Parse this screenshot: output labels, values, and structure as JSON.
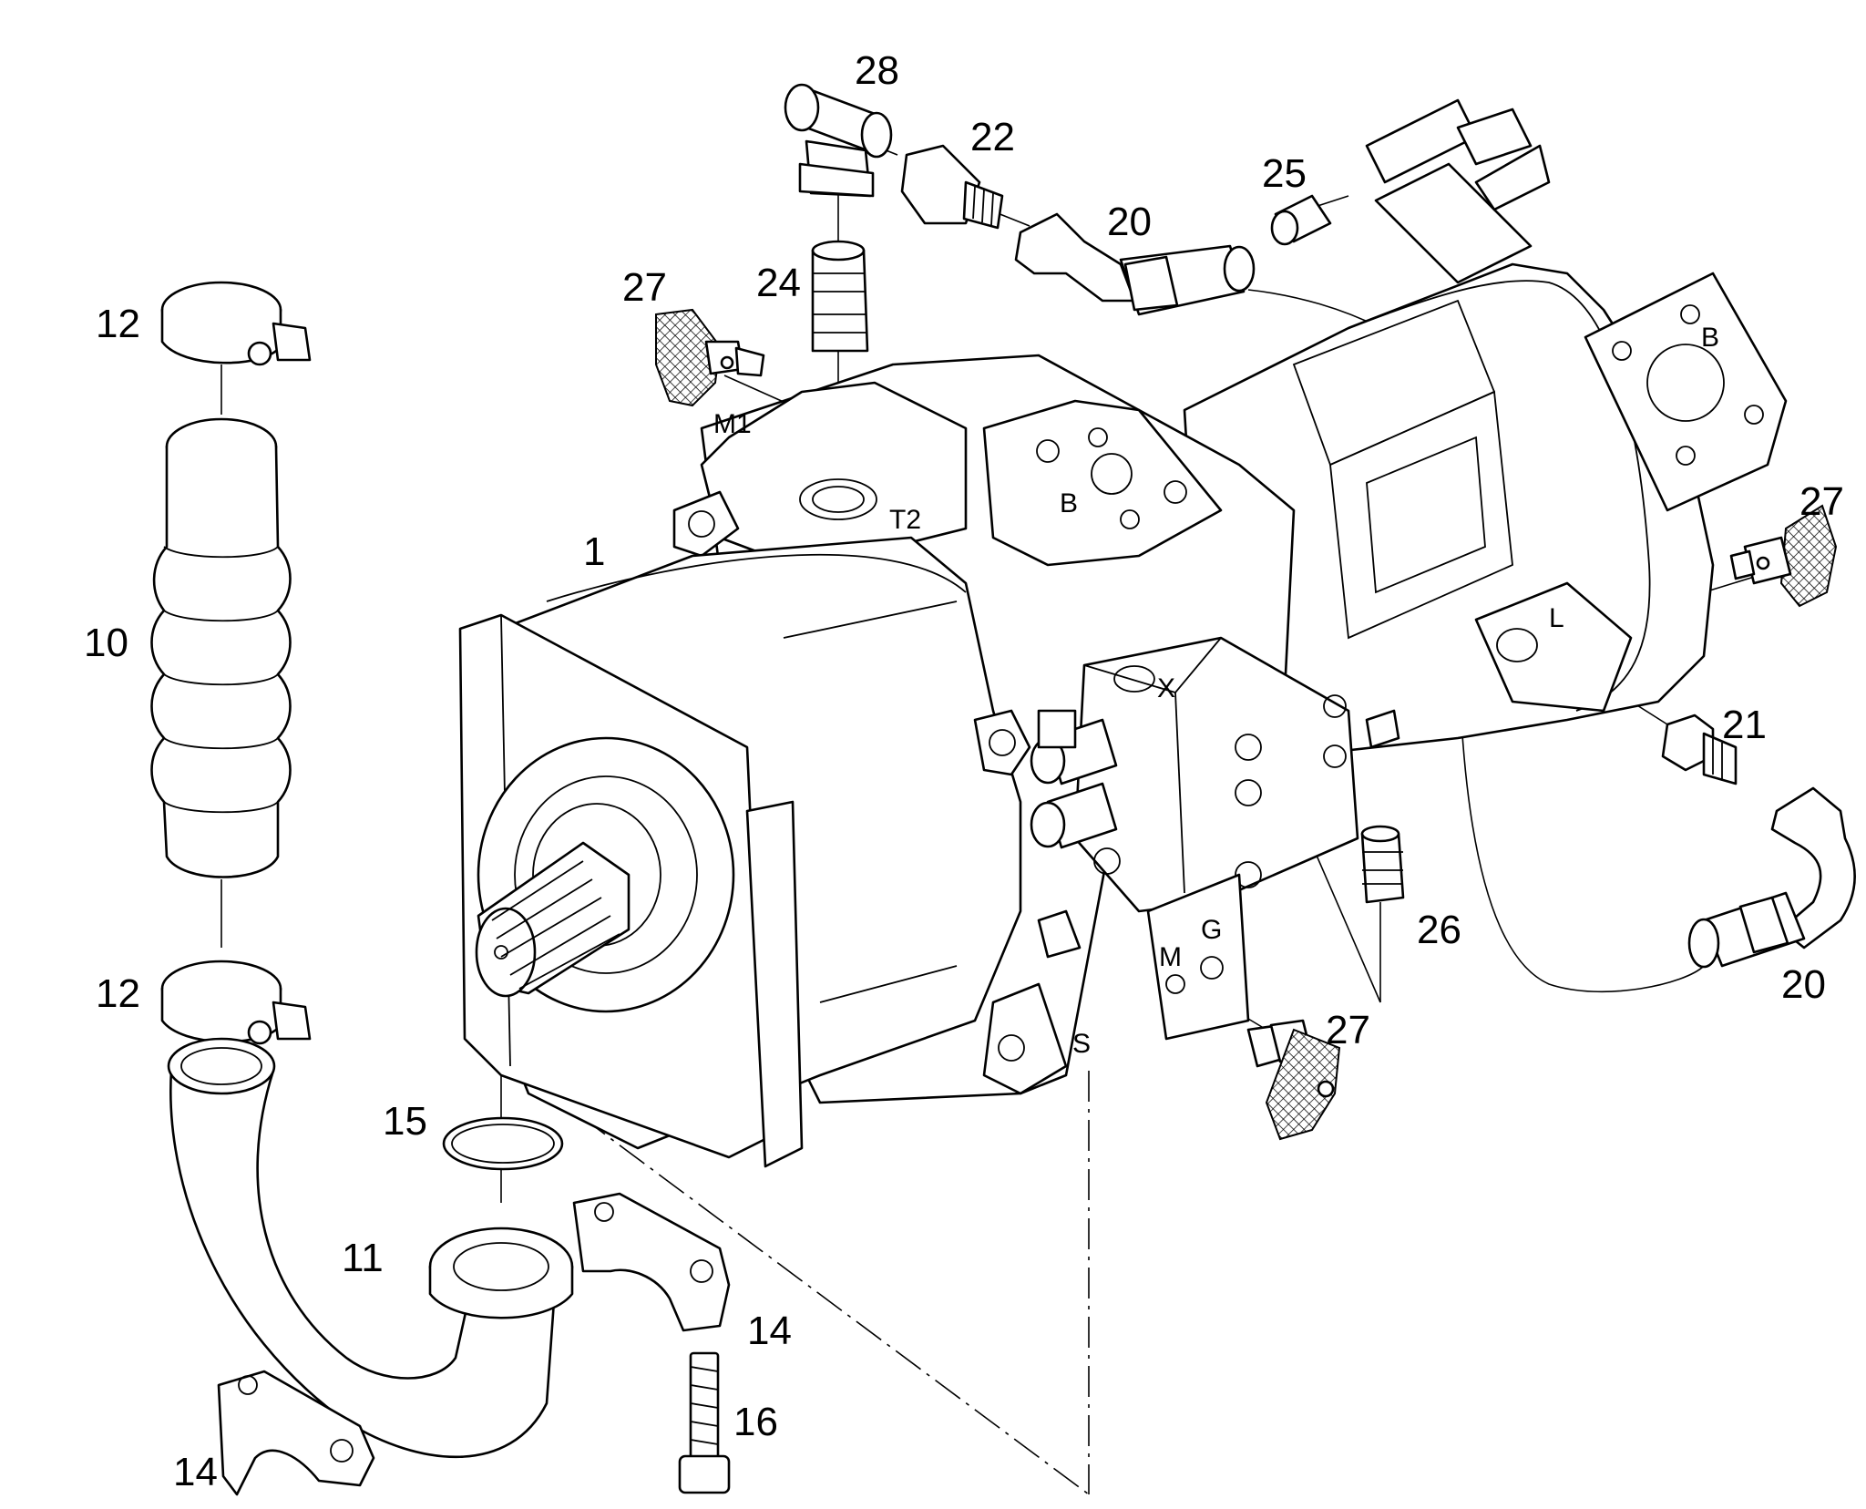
{
  "callouts": {
    "c1": "1",
    "c10": "10",
    "c11": "11",
    "c12a": "12",
    "c12b": "12",
    "c14a": "14",
    "c14b": "14",
    "c15": "15",
    "c16": "16",
    "c20a": "20",
    "c20b": "20",
    "c21": "21",
    "c22": "22",
    "c24": "24",
    "c25": "25",
    "c26": "26",
    "c27a": "27",
    "c27b": "27",
    "c27c": "27",
    "c28": "28"
  },
  "ports": {
    "m1": "M1",
    "t2": "T2",
    "b_front": "B",
    "b_flange": "B",
    "x": "X",
    "l": "L",
    "m": "M",
    "g": "G",
    "s": "S"
  }
}
